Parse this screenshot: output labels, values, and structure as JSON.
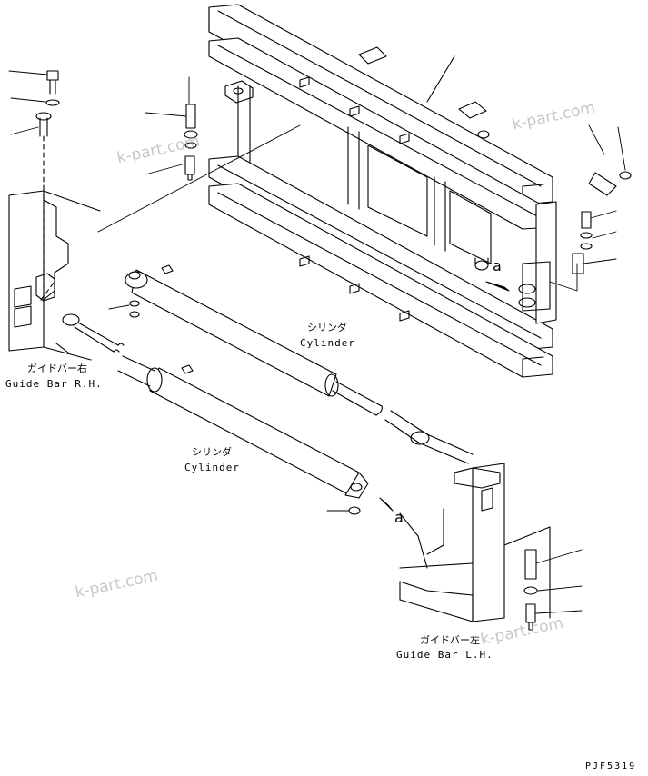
{
  "labels": {
    "cylinder_upper_jp": "シリンダ",
    "cylinder_upper_en": "Cylinder",
    "cylinder_lower_jp": "シリンダ",
    "cylinder_lower_en": "Cylinder",
    "guide_bar_rh_jp": "ガイドバー右",
    "guide_bar_rh_en": "Guide Bar R.H.",
    "guide_bar_lh_jp": "ガイドバー左",
    "guide_bar_lh_en": "Guide Bar L.H.",
    "marker_a_upper": "a",
    "marker_a_lower": "a",
    "drawing_code": "PJF5319"
  },
  "watermarks": [
    "k-part.com",
    "k-part.com",
    "k-part.com",
    "k-part.com"
  ],
  "colors": {
    "line": "#000000",
    "background": "#ffffff",
    "watermark": "#9a9a9a"
  }
}
